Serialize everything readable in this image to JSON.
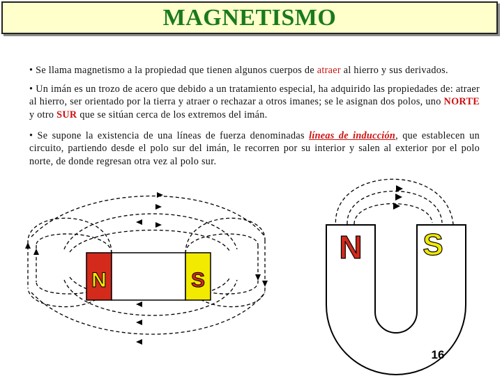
{
  "title": "MAGNETISMO",
  "paragraphs": {
    "p1": {
      "bullet": "•",
      "before": "Se llama magnetismo a la propiedad que tienen algunos cuerpos de",
      "highlight": "atraer",
      "after": "al hierro y sus derivados."
    },
    "p2": {
      "bullet": "•",
      "before": "Un imán es un trozo de acero que debido a un tratamiento especial, ha adquirido las propiedades de: atraer al hierro, ser orientado por la tierra y atraer o rechazar a otros imanes; se le asignan dos polos, uno",
      "north": "NORTE",
      "middle": "y otro",
      "south": "SUR",
      "after": "que se sitúan cerca de los extremos del imán."
    },
    "p3": {
      "bullet": "•",
      "before": "Se supone la existencia de una líneas de fuerza denominadas",
      "highlight": "líneas de inducción",
      "after": ", que establecen un circuito, partiendo desde el polo sur del imán, le recorren por su interior y salen al exterior por el polo norte, de donde regresan otra vez al polo sur."
    }
  },
  "bar_magnet": {
    "north_label": "N",
    "south_label": "S"
  },
  "horseshoe_magnet": {
    "north_label": "N",
    "south_label": "S"
  },
  "page_number": "16",
  "colors": {
    "title_green": "#1a7a1a",
    "title_background": "#ffffcc",
    "highlight_red": "#cc1111",
    "north_pole": "#d42a1c",
    "south_pole": "#f2ea00"
  }
}
